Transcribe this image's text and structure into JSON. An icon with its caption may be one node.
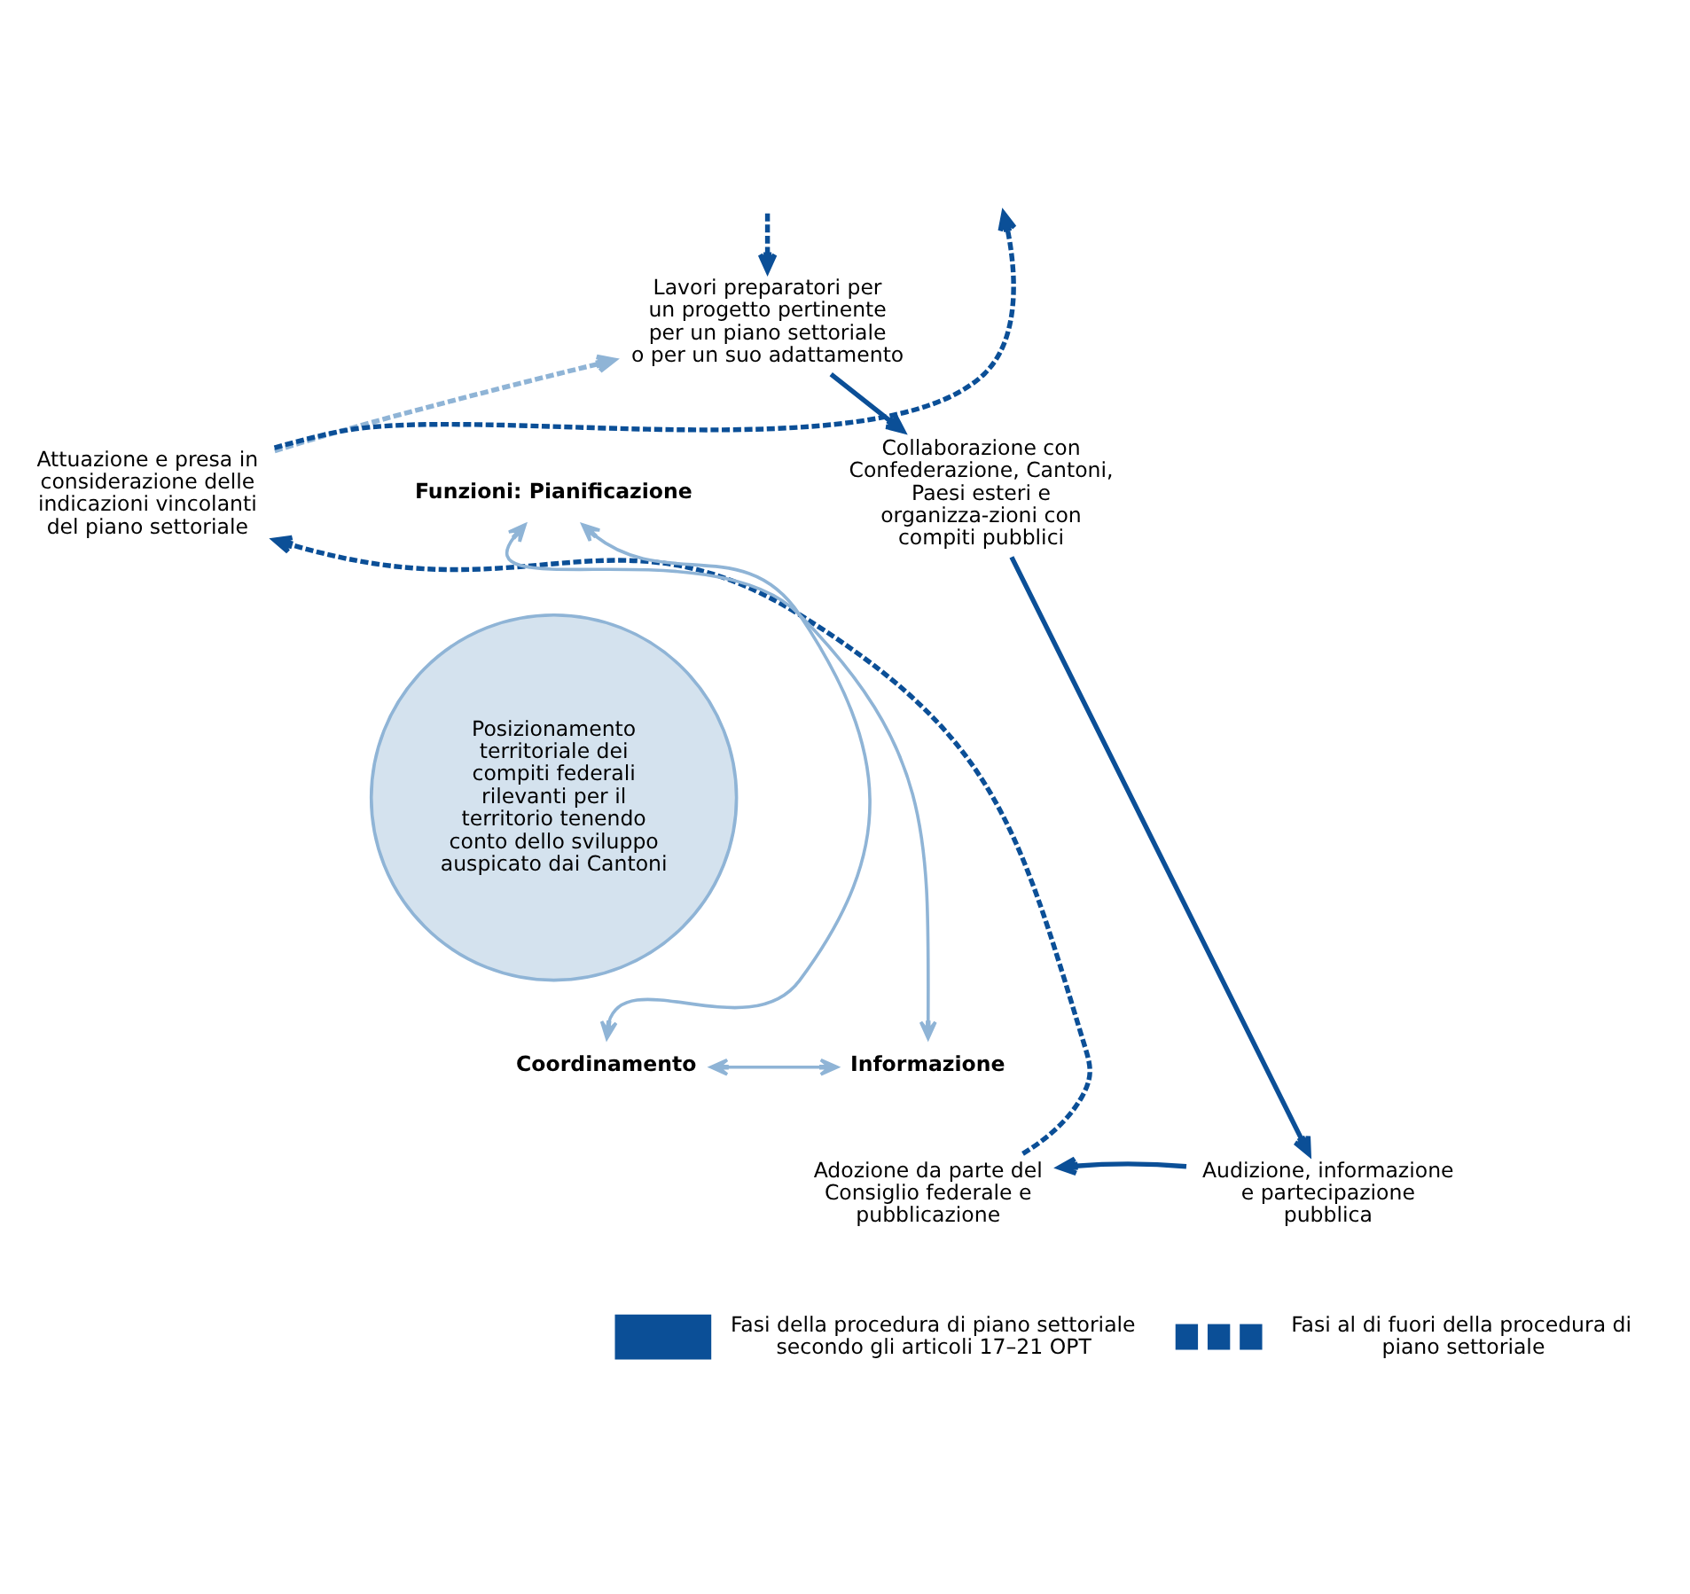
{
  "diagram": {
    "nodes": [
      {
        "text": [
          "Lavori preparatori per un progetto pertinente per un piano settoriale o per un suo adattamento"
        ]
      },
      {
        "text": [
          "Collaborazione con Confederazione, Cantoni, Paesi esteri e organizza-zioni con compiti pubblici"
        ]
      },
      {
        "text": [
          "Audizione, informazione e partecipazione pubblica"
        ]
      },
      {
        "text": [
          "Adozione da parte del Consiglio federale e pubblicazione"
        ]
      },
      {
        "text": [
          "Attuazione e presa in considerazione delle indicazioni vincolanti del piano settoriale"
        ]
      },
      {
        "text": [
          "Posizionamento territoriale dei compiti federali rilevanti per il territorio tenendo conto dello sviluppo auspicato dai Cantoni"
        ]
      },
      {
        "text": [
          "Funzioni: Pianificazione"
        ]
      },
      {
        "text": [
          "Coordinamento"
        ]
      },
      {
        "text": [
          "Informazione"
        ]
      }
    ],
    "edges": [
      {
        "from": 0,
        "to": 1,
        "arrow": "to"
      },
      {
        "from": 1,
        "to": 2,
        "arrow": "to"
      },
      {
        "from": 2,
        "to": 3,
        "arrow": "to"
      },
      {
        "from": 3,
        "to": 4,
        "arrow": "to",
        "style": "dashed"
      },
      {
        "from": 4,
        "to": 0,
        "arrow": "to",
        "style": "dashed",
        "color": "#8fb4d6"
      },
      {
        "from": null,
        "to": 0,
        "arrow": "to",
        "style": "dashed"
      },
      {
        "from": 4,
        "to": null,
        "arrow": "to",
        "style": "dashed"
      },
      {
        "from": 6,
        "to": 7,
        "arrow": "both",
        "color": "#8fb4d6"
      },
      {
        "from": 7,
        "to": 8,
        "arrow": "both",
        "color": "#8fb4d6"
      },
      {
        "from": 8,
        "to": 6,
        "arrow": "both",
        "color": "#8fb4d6"
      }
    ],
    "legend": [
      {
        "text": "Fasi della procedura di piano settoriale secondo gli articoli 17–21 OPT"
      },
      {
        "text": "Fasi al di fuori della procedura di piano settoriale"
      }
    ]
  }
}
